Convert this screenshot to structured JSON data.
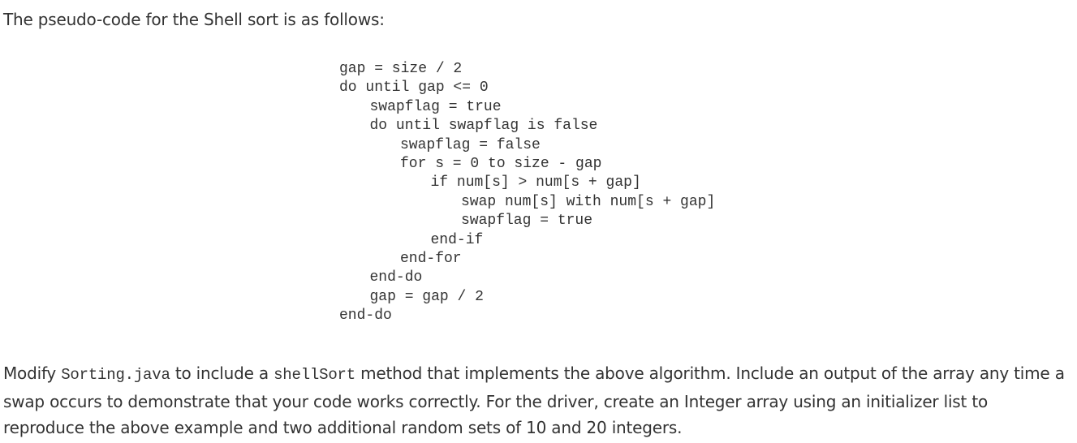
{
  "intro": "The pseudo-code for the Shell sort is as follows:",
  "pseudocode": [
    {
      "indent": 0,
      "text": "gap = size / 2"
    },
    {
      "indent": 0,
      "text": "do until gap <= 0"
    },
    {
      "indent": 1,
      "text": "swapflag = true"
    },
    {
      "indent": 1,
      "text": "do until swapflag is false"
    },
    {
      "indent": 2,
      "text": "swapflag = false"
    },
    {
      "indent": 2,
      "text": "for s = 0 to size - gap"
    },
    {
      "indent": 3,
      "text": "if num[s] > num[s + gap]"
    },
    {
      "indent": 4,
      "text": "swap num[s] with num[s + gap]"
    },
    {
      "indent": 4,
      "text": "swapflag = true"
    },
    {
      "indent": 3,
      "text": "end-if"
    },
    {
      "indent": 2,
      "text": "end-for"
    },
    {
      "indent": 1,
      "text": "end-do"
    },
    {
      "indent": 1,
      "text": "gap = gap / 2"
    },
    {
      "indent": 0,
      "text": "end-do"
    }
  ],
  "paragraph": {
    "t1": "Modify ",
    "c1": "Sorting.java",
    "t2": " to include a ",
    "c2": "shellSort",
    "t3": " method that implements the above algorithm. Include an output of the array any time a swap occurs to demonstrate that your code works correctly. For the driver, create an Integer array using an initializer list to reproduce the above example and two additional random sets of 10 and 20 integers."
  }
}
